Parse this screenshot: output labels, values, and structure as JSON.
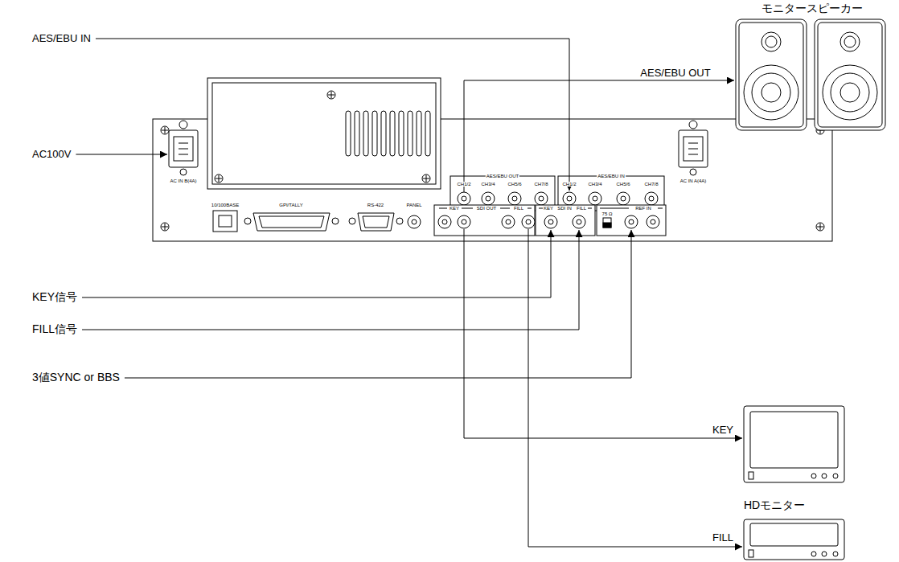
{
  "diagram": {
    "nodes": [
      {
        "text": [
          "モニタースピーカー"
        ]
      },
      {
        "text": [
          "HDモニター"
        ]
      }
    ],
    "labels": [
      "AES/EBU IN",
      "AC100V",
      "KEY信号",
      "FILL信号",
      "3値SYNC or BBS",
      "AES/EBU OUT",
      "KEY",
      "FILL",
      "AC IN B(4A)",
      "AC IN A(4A)",
      "AES/EBU OUT",
      "CH1/2",
      "CH3/4",
      "CH5/6",
      "CH7/8",
      "AES/EBU IN",
      "CH1/2",
      "CH3/4",
      "CH5/6",
      "CH7/8",
      "10/100BASE",
      "GPI/TALLY",
      "RS-422",
      "PANEL",
      "SDI OUT",
      "KEY",
      "FILL",
      "SDI IN",
      "KEY",
      "FILL",
      "REF IN",
      "75 Ω"
    ]
  }
}
